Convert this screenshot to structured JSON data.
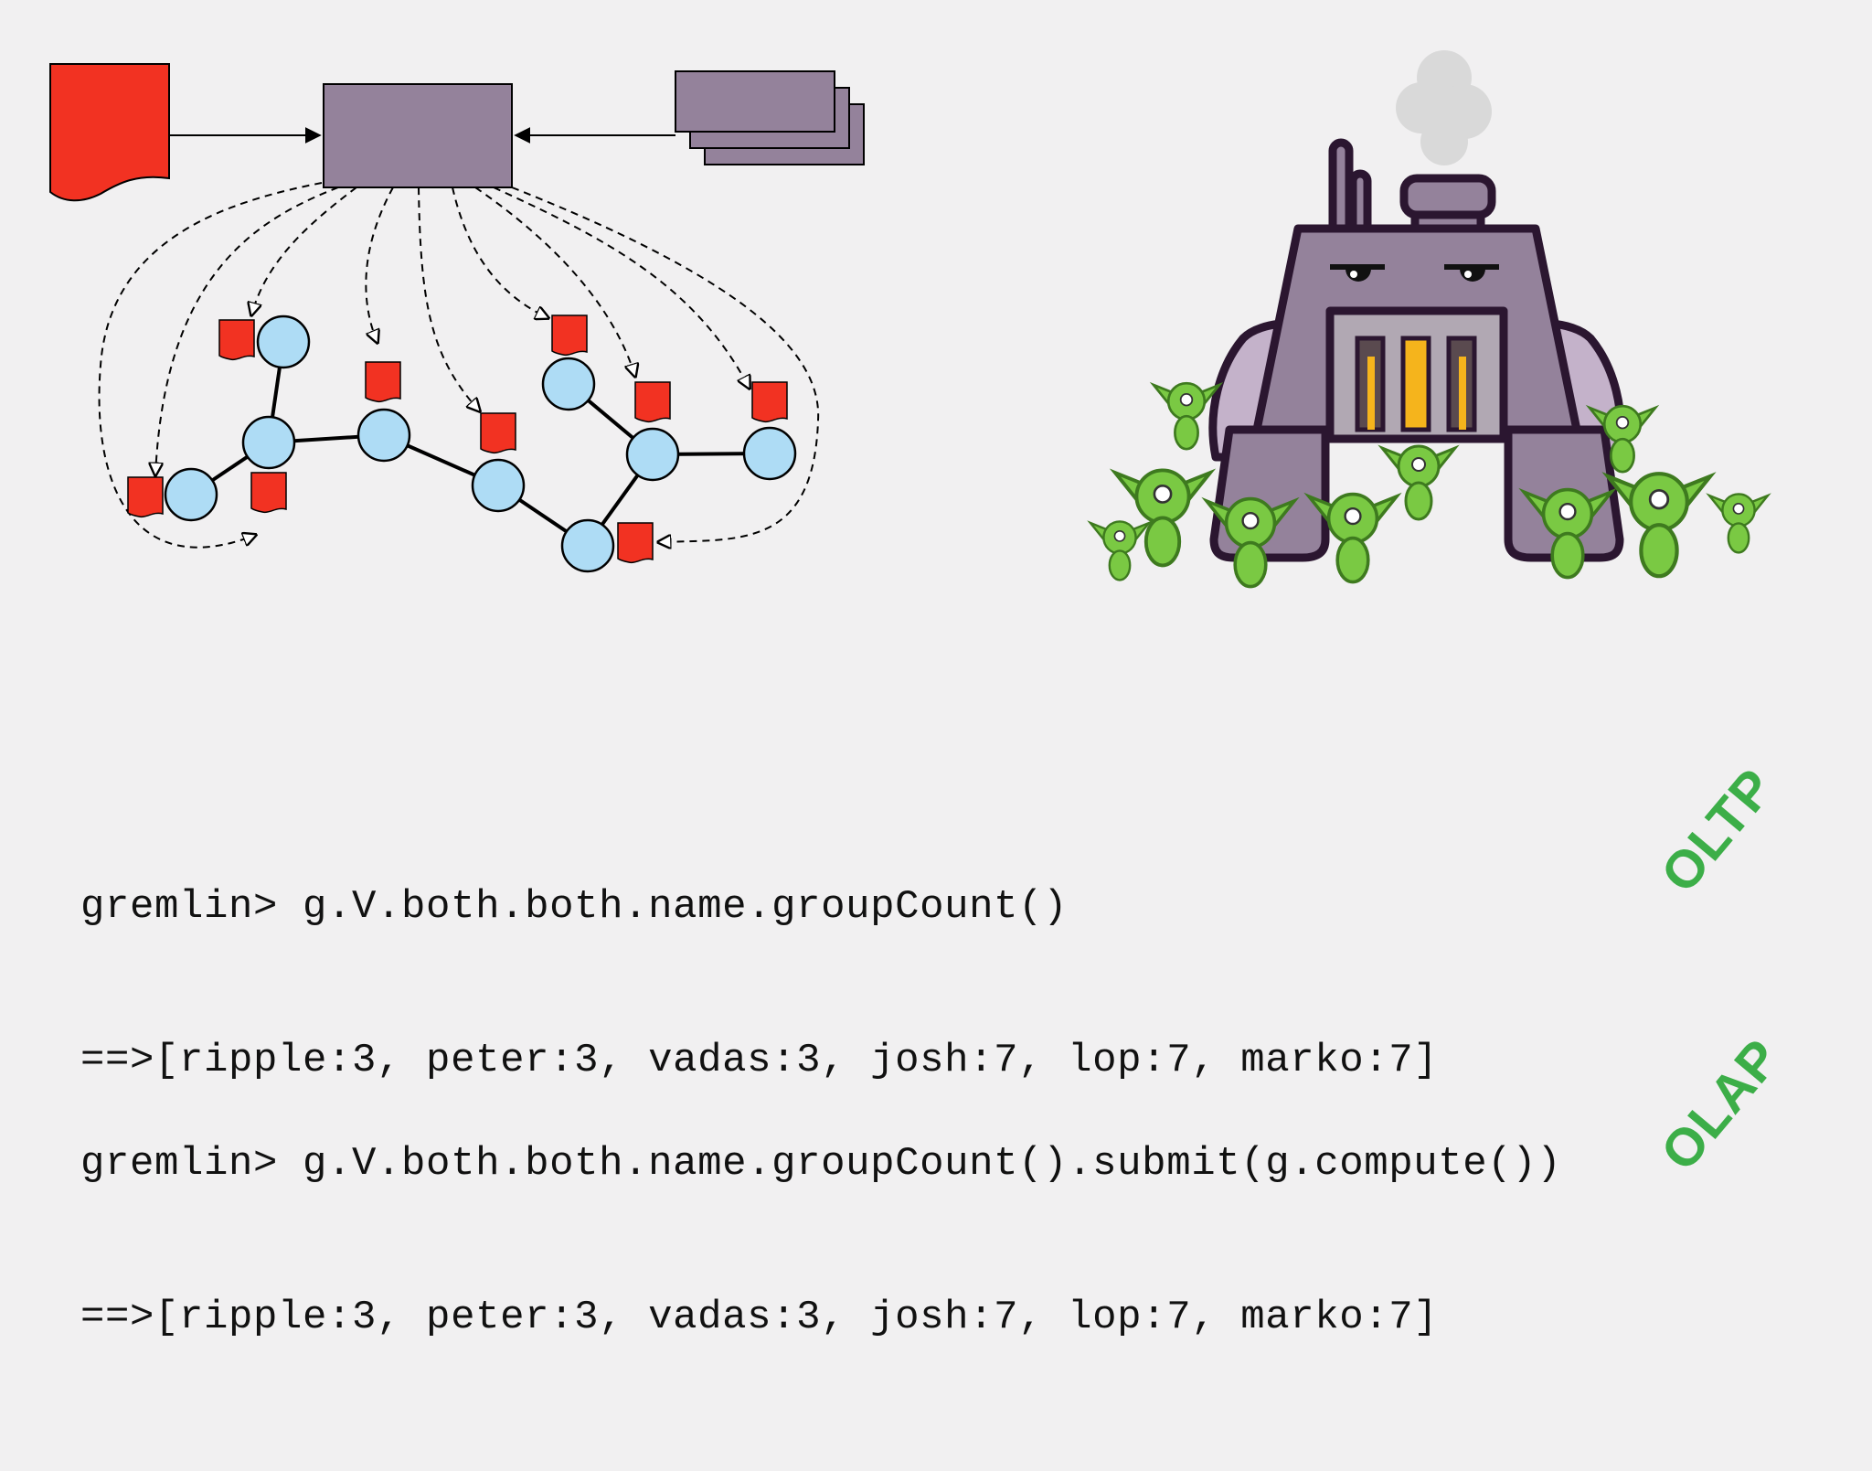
{
  "queries": [
    {
      "command": "gremlin> g.V.both.both.name.groupCount()",
      "result": "==>[ripple:3, peter:3, vadas:3, josh:7, lop:7, marko:7]",
      "mode": "OLTP"
    },
    {
      "command": "gremlin> g.V.both.both.name.groupCount().submit(g.compute())",
      "result": "==>[ripple:3, peter:3, vadas:3, josh:7, lop:7, marko:7]",
      "mode": "OLAP"
    }
  ],
  "colors": {
    "document_red": "#f23222",
    "processor_purple": "#94829b",
    "vertex_blue": "#aedcf5",
    "gremlin_green": "#7ac943",
    "tag_green": "#3cae48"
  },
  "icons": [
    "program-document-icon",
    "processor-icon",
    "worker-stack-icon",
    "graph-computer-factory-icon",
    "gremlin-icon"
  ]
}
